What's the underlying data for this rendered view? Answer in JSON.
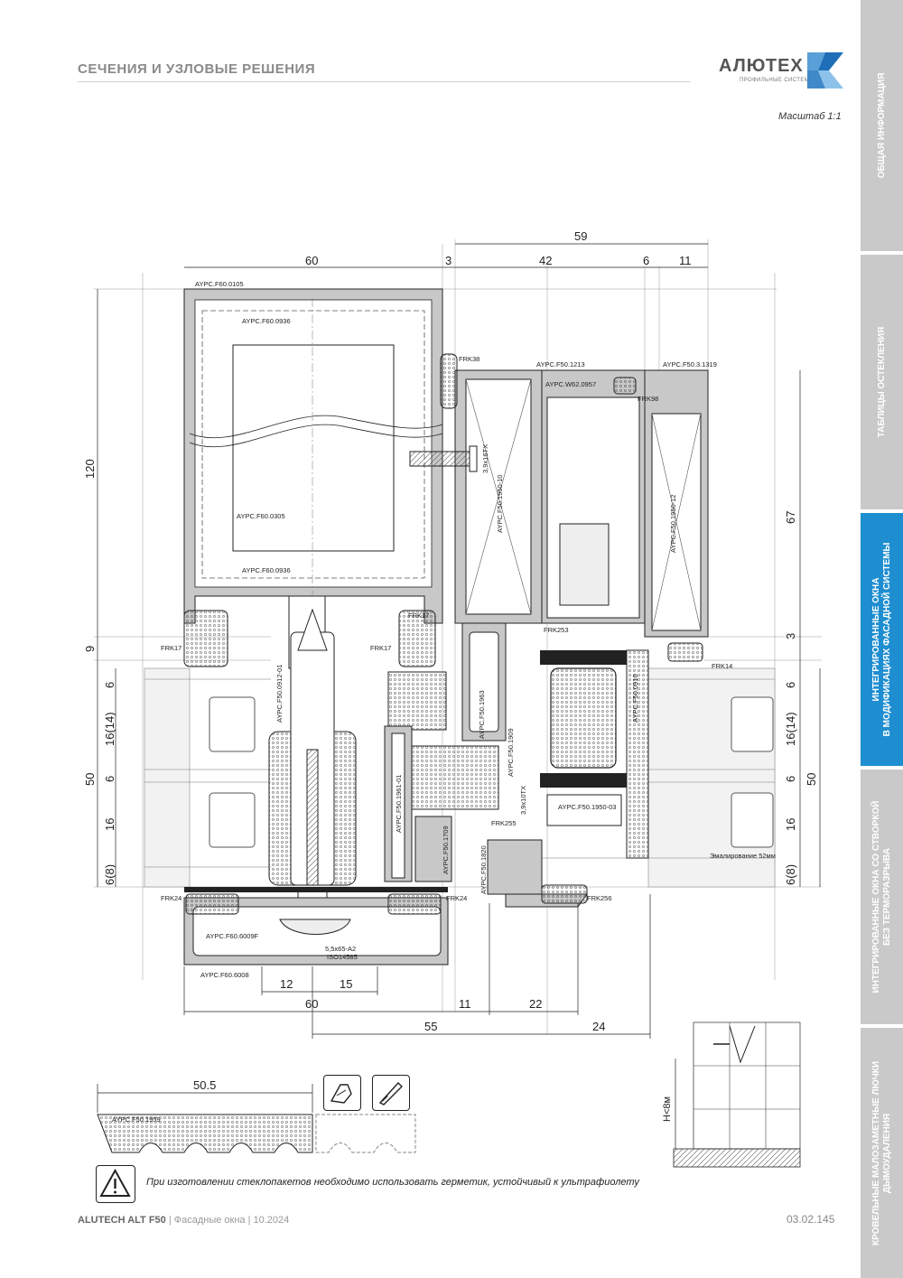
{
  "header": {
    "section_title": "СЕЧЕНИЯ И УЗЛОВЫЕ РЕШЕНИЯ",
    "logo_word": "АЛЮТЕХ",
    "logo_sub": "ПРОФИЛЬНЫЕ СИСТЕМЫ",
    "scale": "Масштаб 1:1"
  },
  "sidebar": {
    "tabs": [
      {
        "label": "ОБЩАЯ ИНФОРМАЦИЯ",
        "active": false
      },
      {
        "label": "ТАБЛИЦЫ ОСТЕКЛЕНИЯ",
        "active": false
      },
      {
        "label": "ИНТЕГРИРОВАННЫЕ ОКНА В МОДИФИКАЦИЯХ ФАСАДНОЙ СИСТЕМЫ",
        "line1": "ИНТЕГРИРОВАННЫЕ ОКНА",
        "line2": "В МОДИФИКАЦИЯХ ФАСАДНОЙ СИСТЕМЫ",
        "active": true
      },
      {
        "label": "ИНТЕГРИРОВАННЫЕ ОКНА СО СТВОРКОЙ БЕЗ ТЕРМОРАЗРЫВА",
        "line1": "ИНТЕГРИРОВАННЫЕ ОКНА СО СТВОРКОЙ",
        "line2": "БЕЗ ТЕРМОРАЗРЫВА",
        "active": false
      },
      {
        "label": "КРОВЕЛЬНЫЕ МАЛОЗАМЕТНЫЕ ЛЮЧКИ ДЫМОУДАЛЕНИЯ",
        "line1": "КРОВЕЛЬНЫЕ МАЛОЗАМЕТНЫЕ ЛЮЧКИ",
        "line2": "ДЫМОУДАЛЕНИЯ",
        "active": false
      }
    ]
  },
  "drawing": {
    "dims_top": {
      "d59": "59",
      "d60": "60",
      "d3": "3",
      "d42": "42",
      "d6": "6",
      "d11": "11"
    },
    "dims_bottom": {
      "d12": "12",
      "d15": "15",
      "d60": "60",
      "d11": "11",
      "d22": "22",
      "d55": "55",
      "d24": "24"
    },
    "dims_left": {
      "d120": "120",
      "d9": "9",
      "d6a": "6",
      "d16_14": "16(14)",
      "d50": "50",
      "d6b": "6",
      "d16": "16",
      "d6_8": "6(8)"
    },
    "dims_right": {
      "d67": "67",
      "d3": "3",
      "d6a": "6",
      "d16_14": "16(14)",
      "d50": "50",
      "d6b": "6",
      "d16": "16",
      "d6_8": "6(8)"
    },
    "profiles": {
      "p0105": "AYPC.F60.0105",
      "p0936a": "AYPC.F60.0936",
      "p0305": "AYPC.F60.0305",
      "p0936b": "AYPC.F60.0936",
      "p1213": "AYPC.F50.1213",
      "pW62": "AYPC.W62.0957",
      "p1319": "AYPC.F50.3.1319",
      "p1950_10": "AYPC.F50.1950-10",
      "p1950_12": "AYPC.F50.1950-12",
      "p0912": "AYPC.F50.0912-01",
      "p1963": "AYPC.F50.1963",
      "p1909": "AYPC.F50.1909",
      "p1961": "AYPC.F50.1961-01",
      "p1709": "AYPC.F50.1709",
      "p1820": "AYPC.F50.1820",
      "p1950_03": "AYPC.F50.1950-03",
      "p0910": "AYPC.F50.0910",
      "p6009F": "AYPC.F60.6009F",
      "p6008": "AYPC.F60.6008",
      "p1959": "AYPC.F50.1959"
    },
    "seals": {
      "frk38": "FRK38",
      "frk98": "FRK98",
      "frk17a": "FRK17",
      "frk17b": "FRK17",
      "frk17c": "FRK17",
      "frk14": "FRK14",
      "frk253": "FRK253",
      "frk255": "FRK255",
      "frk24a": "FRK24",
      "frk24b": "FRK24",
      "frk256": "FRK256"
    },
    "fasteners": {
      "screw1": "3,9x16TX",
      "screw2": "3,9x10TX",
      "bolt": "5,5x65-A2",
      "iso": "ISO14585"
    },
    "glazing_note": "Эмалирование 52мм",
    "height_note": "H<8м",
    "detail_dim": "50.5"
  },
  "warning": "При изготовлении стеклопакетов необходимо использовать герметик, устойчивый к ультрафиолету",
  "footer": {
    "brand": "ALUTECH ALT F50",
    "meta": " | Фасадные окна | 10.2024",
    "page": "03.02.145"
  },
  "colors": {
    "accent": "#1e8ed1",
    "tab_inactive": "#c9c9c9",
    "profile_fill": "#c8c8c8"
  }
}
